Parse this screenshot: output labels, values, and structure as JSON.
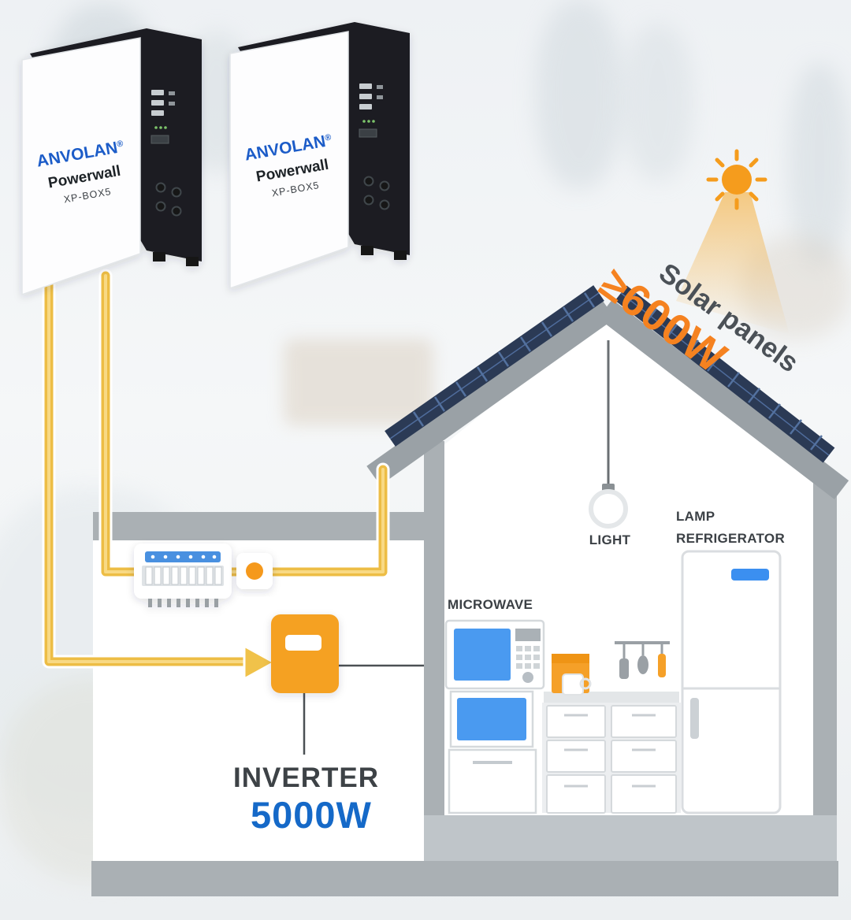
{
  "battery": {
    "brand": "ANVOLAN",
    "reg_mark": "®",
    "product": "Powerwall",
    "model": "XP-BOX5"
  },
  "solar": {
    "label": "Solar panels",
    "rating": "≥600W"
  },
  "room_labels": {
    "light": "LIGHT",
    "lamp": "LAMP",
    "refrigerator": "REFRIGERATOR",
    "microwave": "MICROWAVE"
  },
  "inverter": {
    "label": "INVERTER",
    "rating": "5000W"
  },
  "icons": {
    "sun": "sun-icon",
    "light_bulb": "light-bulb-icon",
    "wire_arrow": "wire-arrow-icon"
  },
  "colors": {
    "accent_orange": "#F5991F",
    "rating_orange": "#F58220",
    "rating_blue": "#1569C8",
    "brand_blue": "#1A5CC8",
    "wire_yellow": "#EDBD45",
    "wall_gray": "#AAB0B4",
    "roof_gray": "#9AA1A6",
    "panel_navy": "#2B3A55",
    "appliance_blue": "#4A9AF0"
  }
}
